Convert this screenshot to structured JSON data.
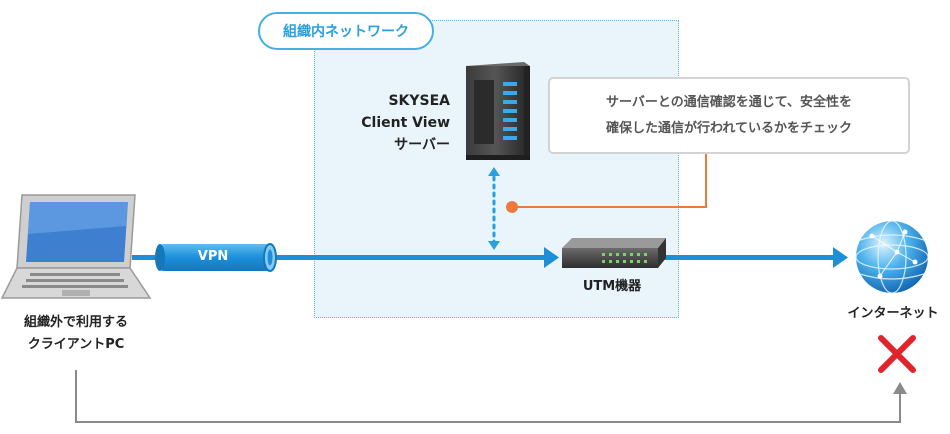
{
  "network_zone": {
    "label": "組織内ネットワーク"
  },
  "server": {
    "label_lines": [
      "SKYSEA",
      "Client View",
      "サーバー"
    ]
  },
  "callout": {
    "lines": [
      "サーバーとの通信確認を通じて、安全性を",
      "確保した通信が行われているかをチェック"
    ]
  },
  "vpn": {
    "label": "VPN"
  },
  "utm": {
    "label": "UTM機器"
  },
  "internet": {
    "label": "インターネット"
  },
  "pc": {
    "label_lines": [
      "組織外で利用する",
      "クライアントPC"
    ]
  },
  "colors": {
    "accent_blue": "#1c8fd8",
    "zone_fill": "#eaf5fb",
    "connector_orange": "#ea7a3f",
    "blocked_red": "#e0242b",
    "gray_line": "#8a8a8a"
  },
  "icons": [
    "laptop-icon",
    "server-tower-icon",
    "utm-appliance-icon",
    "globe-icon",
    "blocked-x-icon"
  ]
}
